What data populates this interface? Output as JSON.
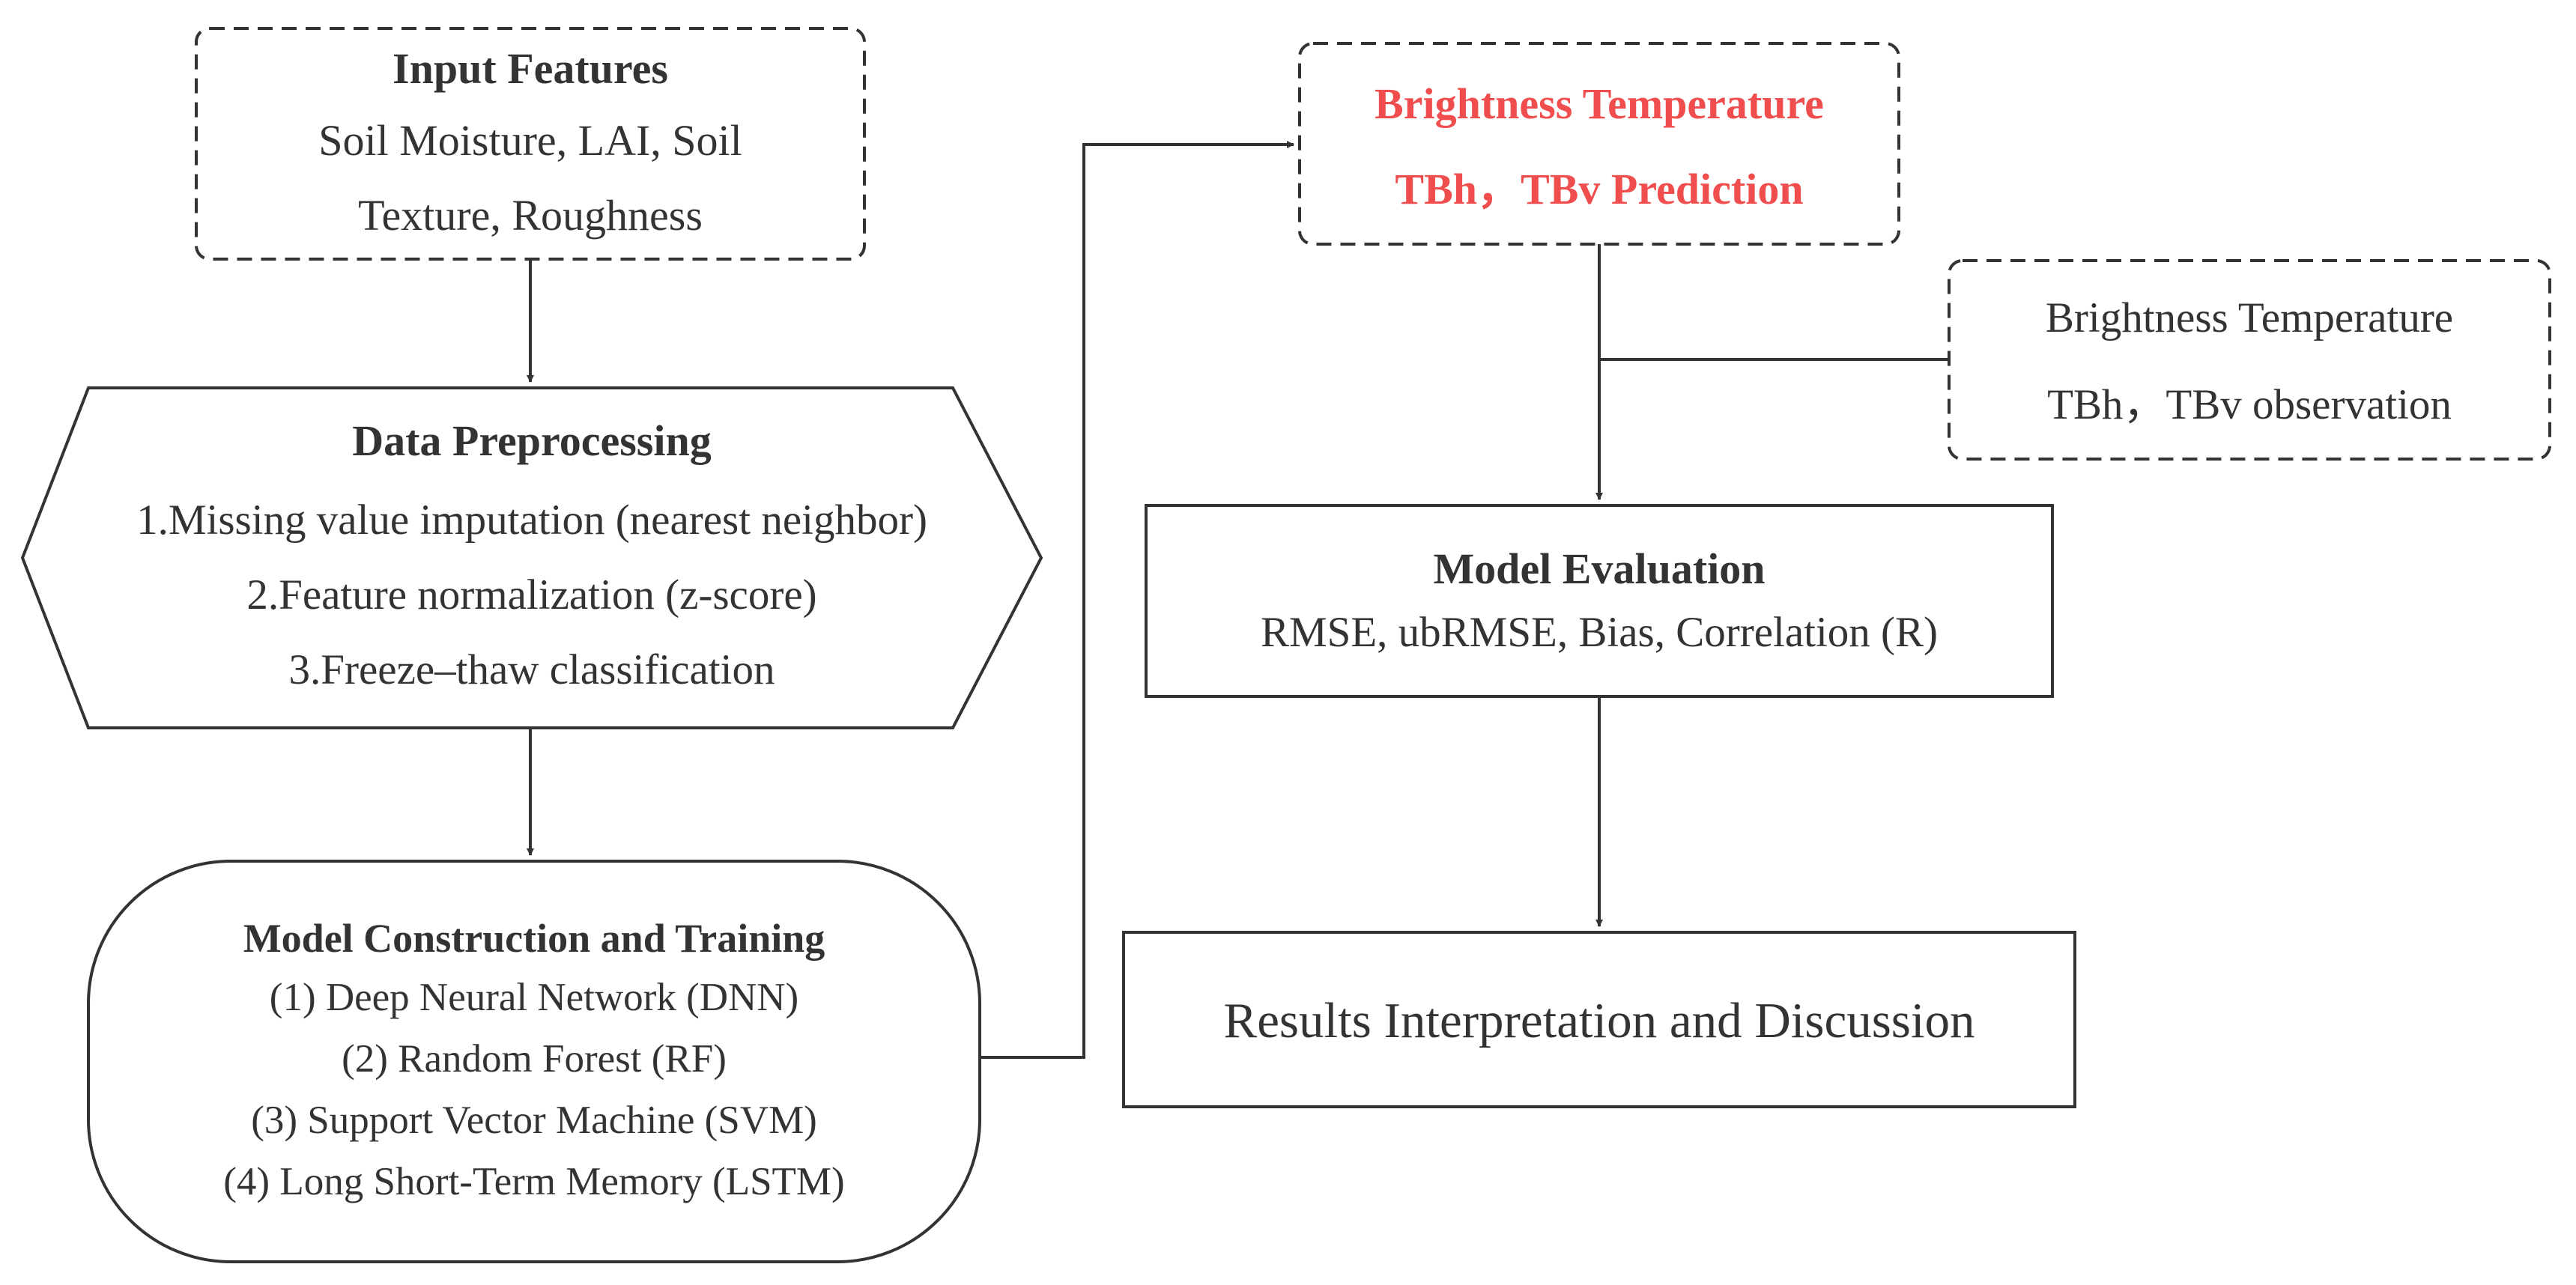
{
  "input_features": {
    "title": "Input Features",
    "line1": "Soil Moisture, LAI, Soil",
    "line2": "Texture, Roughness"
  },
  "data_preprocessing": {
    "title": "Data Preprocessing",
    "step1": "1.Missing value imputation (nearest neighbor)",
    "step2": "2.Feature normalization (z-score)",
    "step3": "3.Freeze–thaw classification"
  },
  "model_construction": {
    "title": "Model Construction and Training",
    "model1": "(1) Deep Neural Network (DNN)",
    "model2": "(2) Random Forest (RF)",
    "model3": "(3) Support Vector Machine (SVM)",
    "model4": "(4) Long Short-Term Memory (LSTM)"
  },
  "prediction": {
    "line1": "Brightness Temperature",
    "line2": "TBh，TBv Prediction"
  },
  "observation": {
    "line1": "Brightness Temperature",
    "line2": "TBh，TBv observation"
  },
  "model_evaluation": {
    "title": "Model Evaluation",
    "metrics": "RMSE, ubRMSE, Bias, Correlation (R)"
  },
  "results": {
    "label": "Results Interpretation and Discussion"
  },
  "colors": {
    "text": "#333333",
    "highlight": "#f04e4e",
    "line": "#333333"
  }
}
